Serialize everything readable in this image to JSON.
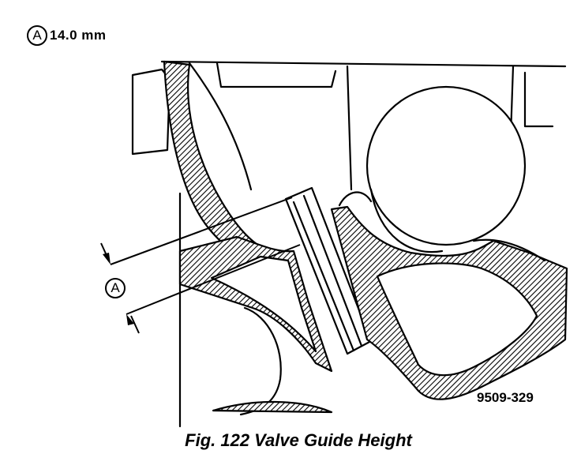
{
  "legend": {
    "letter": "A",
    "value": "14.0 mm"
  },
  "dimension_label": "A",
  "part_number": "9509-329",
  "caption": "Fig. 122 Valve Guide Height",
  "colors": {
    "ink": "#000000",
    "paper": "#ffffff"
  }
}
